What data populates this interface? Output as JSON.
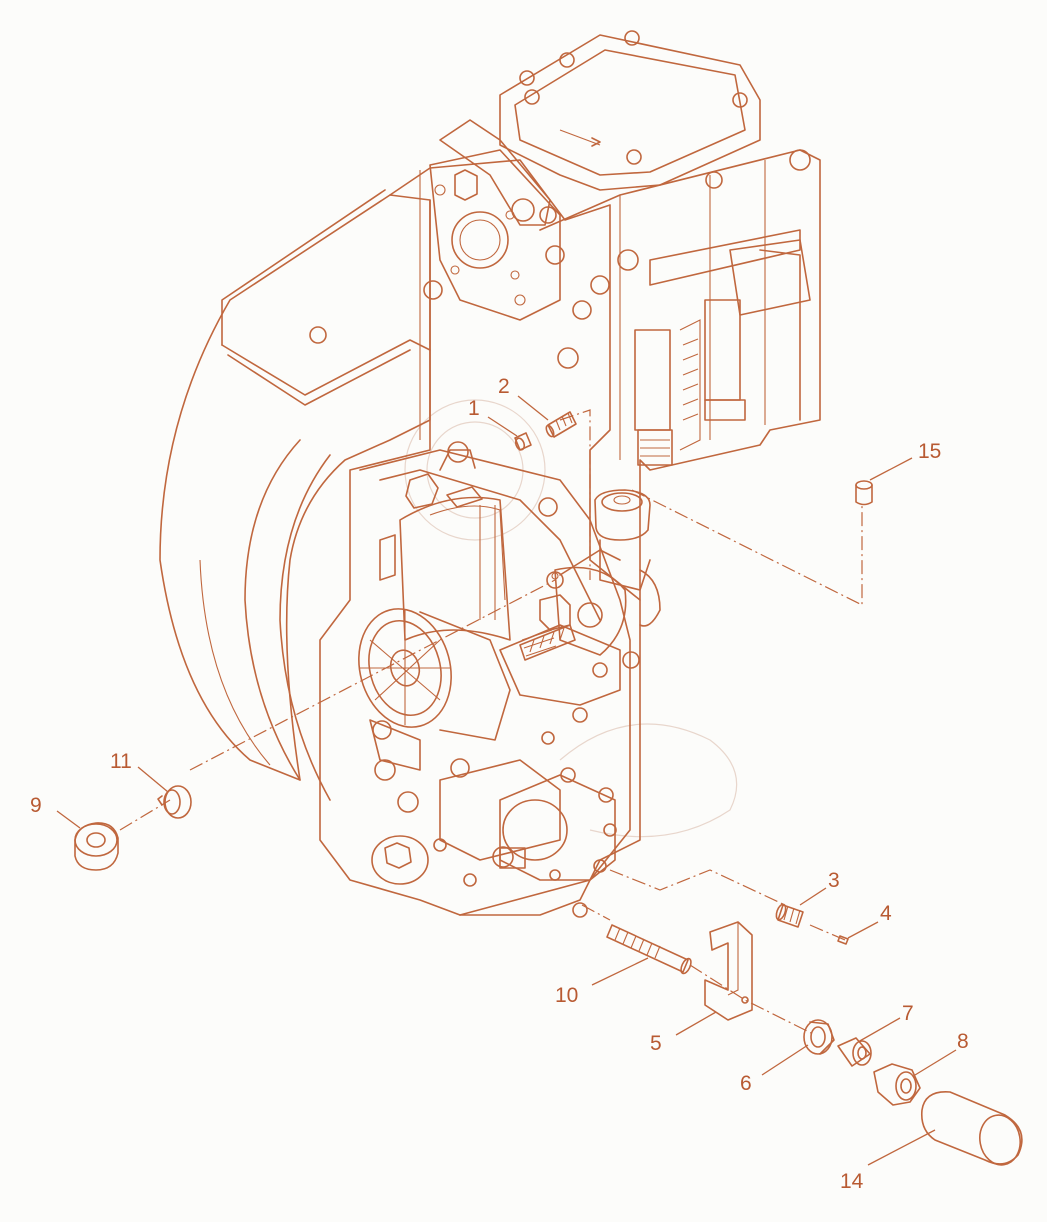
{
  "diagram": {
    "background": "#fcfcfa",
    "line_color": "#c0673e",
    "label_color": "#b85a32",
    "callouts": [
      {
        "id": "1",
        "text": "1"
      },
      {
        "id": "2",
        "text": "2"
      },
      {
        "id": "3",
        "text": "3"
      },
      {
        "id": "4",
        "text": "4"
      },
      {
        "id": "5",
        "text": "5"
      },
      {
        "id": "6",
        "text": "6"
      },
      {
        "id": "7",
        "text": "7"
      },
      {
        "id": "8",
        "text": "8"
      },
      {
        "id": "9",
        "text": "9"
      },
      {
        "id": "10",
        "text": "10"
      },
      {
        "id": "11",
        "text": "11"
      },
      {
        "id": "14",
        "text": "14"
      },
      {
        "id": "15",
        "text": "15"
      }
    ]
  }
}
